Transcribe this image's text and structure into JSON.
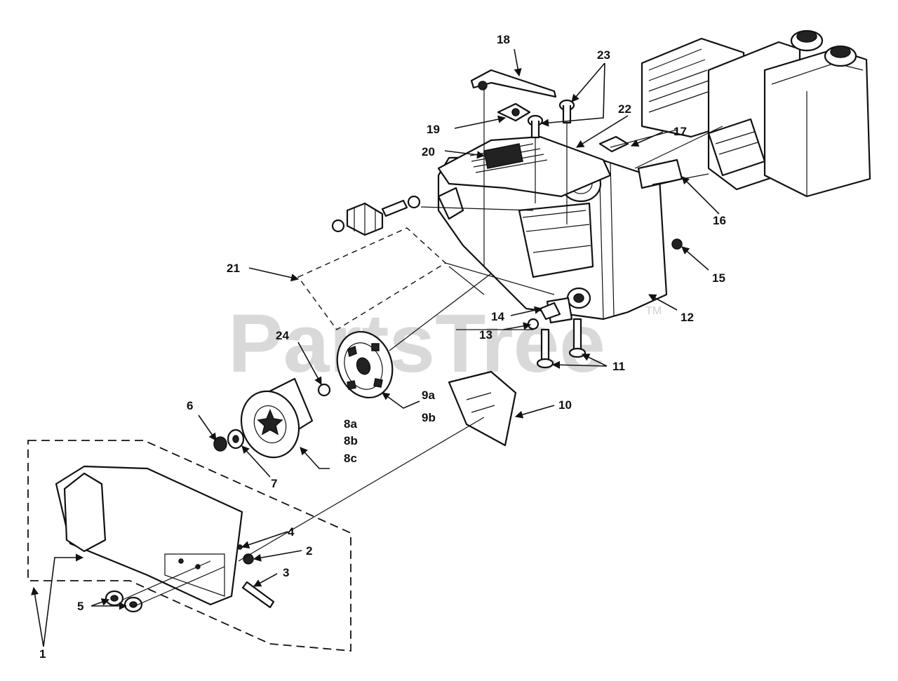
{
  "watermark": {
    "text": "PartsTree",
    "tm": "TM",
    "color": "#d9d9d9"
  },
  "callouts": {
    "c1": "1",
    "c2": "2",
    "c3": "3",
    "c4": "4",
    "c5": "5",
    "c6": "6",
    "c7": "7",
    "c8a": "8a",
    "c8b": "8b",
    "c8c": "8c",
    "c9a": "9a",
    "c9b": "9b",
    "c10": "10",
    "c11": "11",
    "c12": "12",
    "c13": "13",
    "c14": "14",
    "c15": "15",
    "c16": "16",
    "c17": "17",
    "c18": "18",
    "c19": "19",
    "c20": "20",
    "c21": "21",
    "c22": "22",
    "c23": "23",
    "c24": "24"
  }
}
